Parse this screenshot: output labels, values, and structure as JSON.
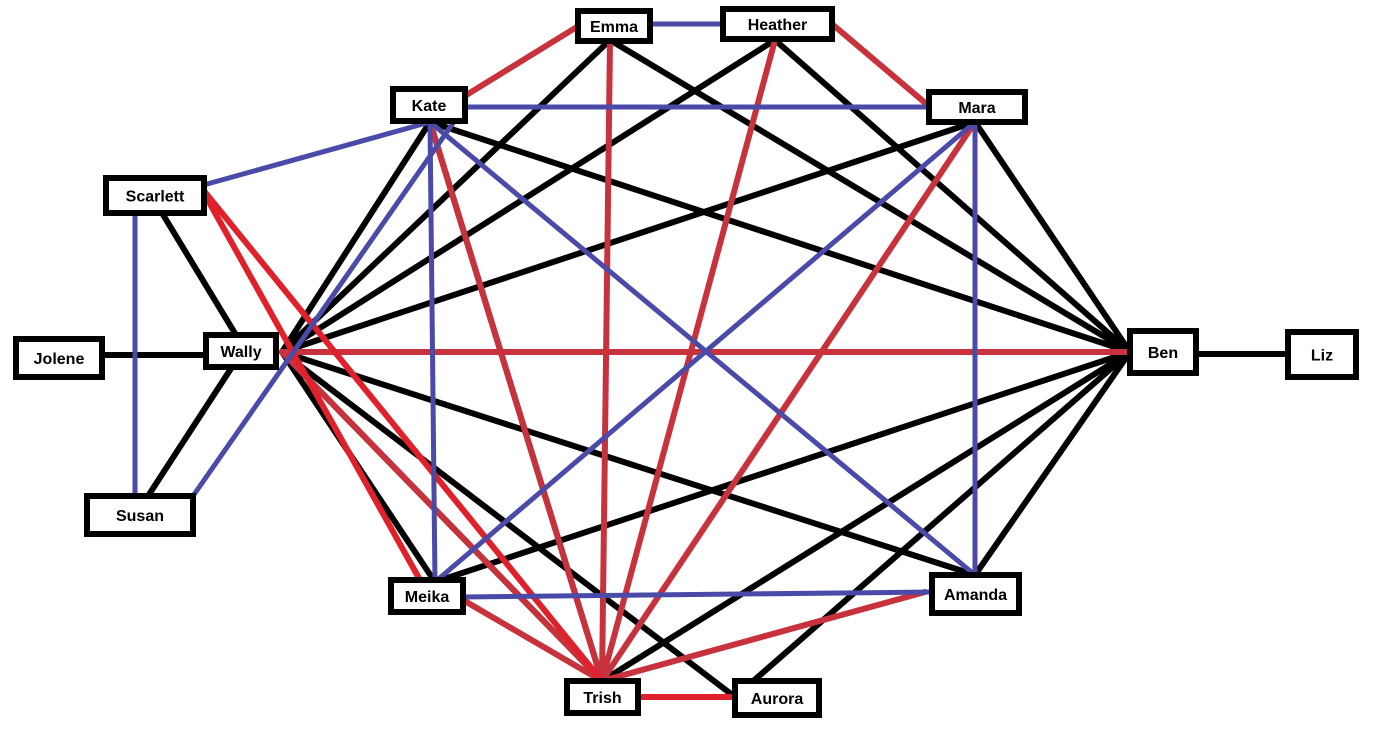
{
  "colors": {
    "black": "#000000",
    "red": "#c8323c",
    "blue": "#4a4aa8",
    "bright_red": "#e0202a"
  },
  "nodes": [
    {
      "id": "emma",
      "label": "Emma"
    },
    {
      "id": "heather",
      "label": "Heather"
    },
    {
      "id": "kate",
      "label": "Kate"
    },
    {
      "id": "mara",
      "label": "Mara"
    },
    {
      "id": "scarlett",
      "label": "Scarlett"
    },
    {
      "id": "jolene",
      "label": "Jolene"
    },
    {
      "id": "wally",
      "label": "Wally"
    },
    {
      "id": "susan",
      "label": "Susan"
    },
    {
      "id": "ben",
      "label": "Ben"
    },
    {
      "id": "liz",
      "label": "Liz"
    },
    {
      "id": "meika",
      "label": "Meika"
    },
    {
      "id": "amanda",
      "label": "Amanda"
    },
    {
      "id": "trish",
      "label": "Trish"
    },
    {
      "id": "aurora",
      "label": "Aurora"
    }
  ],
  "edges": [
    {
      "from": "jolene",
      "to": "wally",
      "color": "black"
    },
    {
      "from": "ben",
      "to": "liz",
      "color": "black"
    },
    {
      "from": "scarlett",
      "to": "wally",
      "color": "black"
    },
    {
      "from": "wally",
      "to": "susan",
      "color": "black"
    },
    {
      "from": "wally",
      "to": "emma",
      "color": "black"
    },
    {
      "from": "wally",
      "to": "heather",
      "color": "black"
    },
    {
      "from": "wally",
      "to": "kate",
      "color": "black"
    },
    {
      "from": "wally",
      "to": "mara",
      "color": "black"
    },
    {
      "from": "wally",
      "to": "meika",
      "color": "black"
    },
    {
      "from": "wally",
      "to": "amanda",
      "color": "black"
    },
    {
      "from": "wally",
      "to": "aurora",
      "color": "black"
    },
    {
      "from": "wally",
      "to": "trish",
      "color": "black"
    },
    {
      "from": "kate",
      "to": "ben",
      "color": "black"
    },
    {
      "from": "kate",
      "to": "trish",
      "color": "black"
    },
    {
      "from": "emma",
      "to": "ben",
      "color": "black"
    },
    {
      "from": "heather",
      "to": "ben",
      "color": "black"
    },
    {
      "from": "mara",
      "to": "ben",
      "color": "black"
    },
    {
      "from": "meika",
      "to": "ben",
      "color": "black"
    },
    {
      "from": "amanda",
      "to": "ben",
      "color": "black"
    },
    {
      "from": "trish",
      "to": "ben",
      "color": "black"
    },
    {
      "from": "aurora",
      "to": "ben",
      "color": "black"
    },
    {
      "from": "wally",
      "to": "ben",
      "color": "red"
    },
    {
      "from": "emma",
      "to": "trish",
      "color": "red"
    },
    {
      "from": "heather",
      "to": "trish",
      "color": "red"
    },
    {
      "from": "mara",
      "to": "trish",
      "color": "red"
    },
    {
      "from": "kate",
      "to": "emma",
      "color": "red"
    },
    {
      "from": "heather",
      "to": "mara",
      "color": "red"
    },
    {
      "from": "kate",
      "to": "trish",
      "color": "red"
    },
    {
      "from": "meika",
      "to": "trish",
      "color": "red"
    },
    {
      "from": "amanda",
      "to": "trish",
      "color": "red"
    },
    {
      "from": "wally",
      "to": "trish",
      "color": "red"
    },
    {
      "from": "scarlett",
      "to": "meika",
      "color": "bright_red"
    },
    {
      "from": "scarlett",
      "to": "trish",
      "color": "bright_red"
    },
    {
      "from": "trish",
      "to": "aurora",
      "color": "bright_red"
    },
    {
      "from": "emma",
      "to": "heather",
      "color": "blue"
    },
    {
      "from": "kate",
      "to": "mara",
      "color": "blue"
    },
    {
      "from": "kate",
      "to": "scarlett",
      "color": "blue"
    },
    {
      "from": "kate",
      "to": "susan",
      "color": "blue"
    },
    {
      "from": "kate",
      "to": "meika",
      "color": "blue"
    },
    {
      "from": "kate",
      "to": "amanda",
      "color": "blue"
    },
    {
      "from": "mara",
      "to": "meika",
      "color": "blue"
    },
    {
      "from": "mara",
      "to": "amanda",
      "color": "blue"
    },
    {
      "from": "meika",
      "to": "amanda",
      "color": "blue"
    },
    {
      "from": "scarlett",
      "to": "susan",
      "color": "blue"
    }
  ]
}
